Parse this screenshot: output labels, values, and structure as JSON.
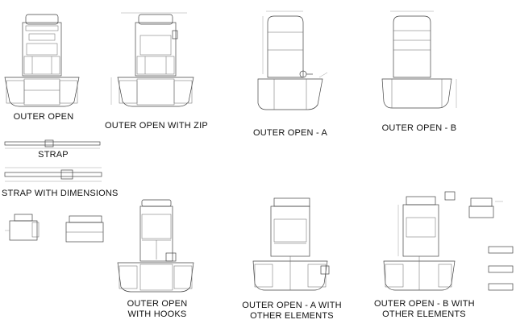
{
  "labels": {
    "outer_open": "OUTER OPEN",
    "outer_open_zip": "OUTER OPEN WITH ZIP",
    "outer_open_a": "OUTER OPEN - A",
    "outer_open_b": "OUTER OPEN - B",
    "strap": "STRAP",
    "strap_dims": "STRAP WITH DIMENSIONS",
    "hooks_line1": "OUTER OPEN",
    "hooks_line2": "WITH HOOKS",
    "a_other_line1": "OUTER OPEN - A WITH",
    "a_other_line2": "OTHER ELEMENTS",
    "b_other_line1": "OUTER OPEN - B WITH",
    "b_other_line2": "OTHER ELEMENTS"
  },
  "colors": {
    "line": "#444444",
    "background": "#ffffff"
  }
}
